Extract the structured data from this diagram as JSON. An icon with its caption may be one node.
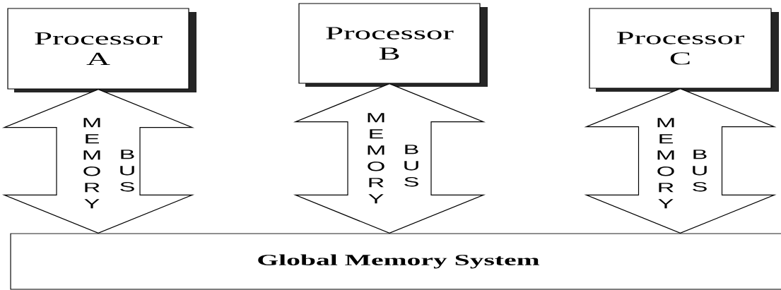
{
  "diagram": {
    "nodes": [
      {
        "text": [
          "Processor A"
        ]
      },
      {
        "text": [
          "Processor B"
        ]
      },
      {
        "text": [
          "Processor C"
        ]
      },
      {
        "text": [
          "Global Memory System"
        ]
      }
    ],
    "edges": [
      {
        "from": 0,
        "to": 3,
        "arrow": "both"
      },
      {
        "from": 1,
        "to": 3,
        "arrow": "both"
      },
      {
        "from": 2,
        "to": 3,
        "arrow": "both"
      }
    ],
    "labels": [
      "MEMORY",
      "BUS",
      "MEMORY",
      "BUS",
      "MEMORY",
      "BUS"
    ]
  }
}
